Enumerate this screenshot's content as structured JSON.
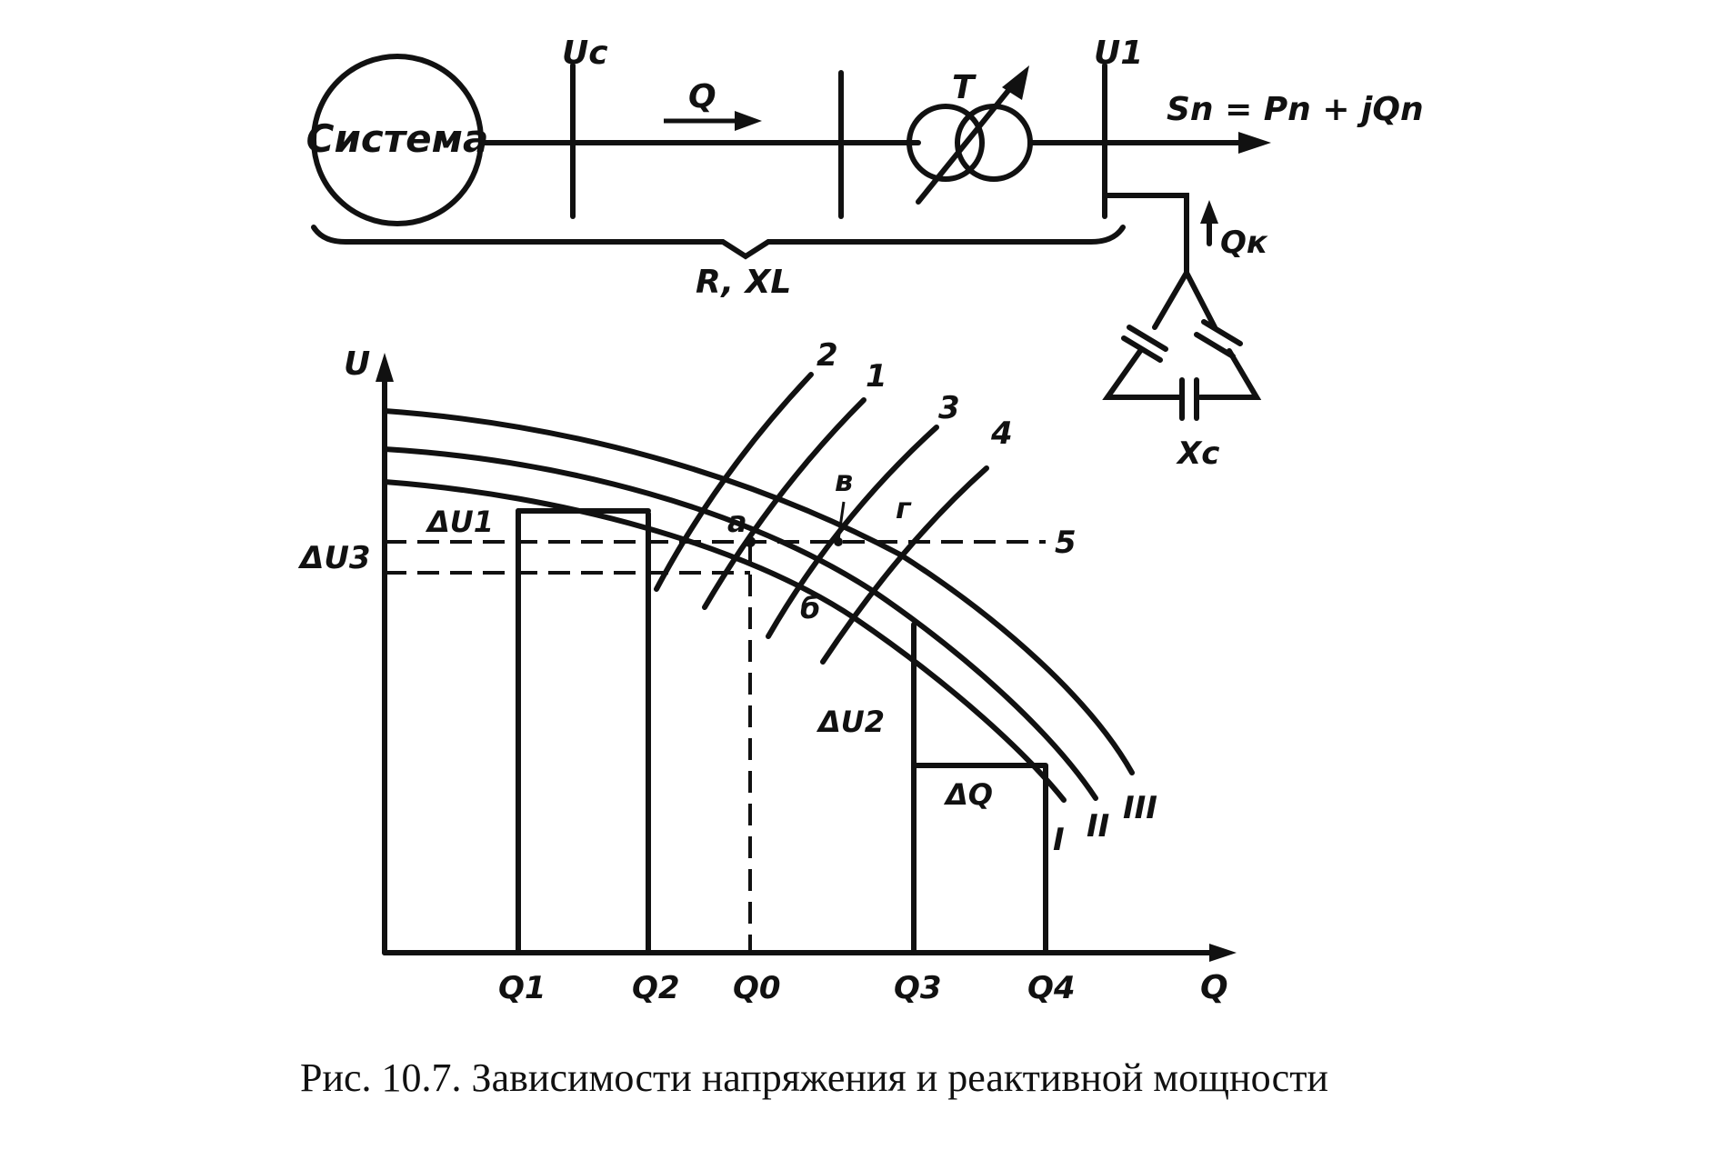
{
  "diagram": {
    "system_label": "Система",
    "bus_uc_label": "Uc",
    "flow_q_label": "Q",
    "transformer_label": "T",
    "bus_u1_label": "U1",
    "load_label": "Sn = Pn + jQn",
    "qk_label": "Qк",
    "line_params_label": "R, XL",
    "xc_label": "Xc"
  },
  "graph": {
    "y_axis_label": "U",
    "x_axis_label": "Q",
    "x_ticks": [
      "Q1",
      "Q2",
      "Q0",
      "Q3",
      "Q4"
    ],
    "curve_labels": [
      "I",
      "II",
      "III"
    ],
    "regulation_labels": [
      "1",
      "2",
      "3",
      "4"
    ],
    "line5_label": "5",
    "point_labels": {
      "a": "a",
      "b": "б",
      "v": "в",
      "g": "г"
    },
    "delta_u1": "ΔU1",
    "delta_u2": "ΔU2",
    "delta_u3": "ΔU3",
    "delta_q": "ΔQ"
  },
  "caption": "Рис. 10.7. Зависимости напряжения и реактивной мощности"
}
